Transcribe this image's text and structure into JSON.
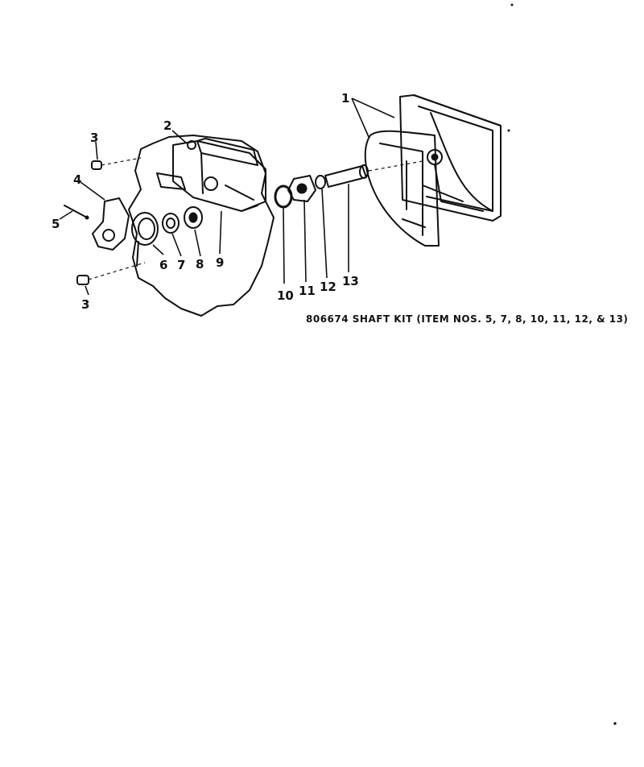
{
  "diagram": {
    "callouts": {
      "c1": "1",
      "c2": "2",
      "c3a": "3",
      "c3b": "3",
      "c4": "4",
      "c5": "5",
      "c6": "6",
      "c7": "7",
      "c8": "8",
      "c9": "9",
      "c10": "10",
      "c11": "11",
      "c12": "12",
      "c13": "13"
    },
    "kit_label": "806674 SHAFT KIT (ITEM NOS. 5, 7, 8, 10, 11, 12, & 13)"
  }
}
